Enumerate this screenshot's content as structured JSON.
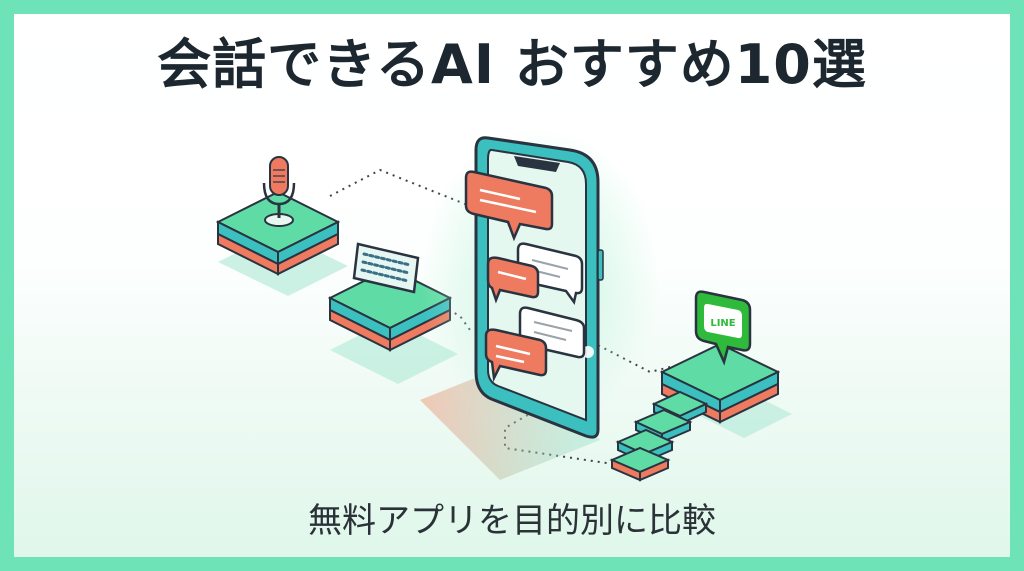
{
  "header": {
    "title": "会話できるAI おすすめ10選"
  },
  "footer": {
    "subtitle": "無料アプリを目的別に比較"
  },
  "logo": {
    "text": "LINE"
  },
  "colors": {
    "frame": "#6fe3b8",
    "mint": "#5fdca6",
    "teal": "#3bbfbf",
    "coral": "#ee7a5f",
    "dark": "#2a3340",
    "line_green": "#2fba3c"
  },
  "icons": [
    "microphone-icon",
    "keyboard-icon",
    "smartphone-icon",
    "chat-bubble-icon",
    "line-logo-icon"
  ]
}
